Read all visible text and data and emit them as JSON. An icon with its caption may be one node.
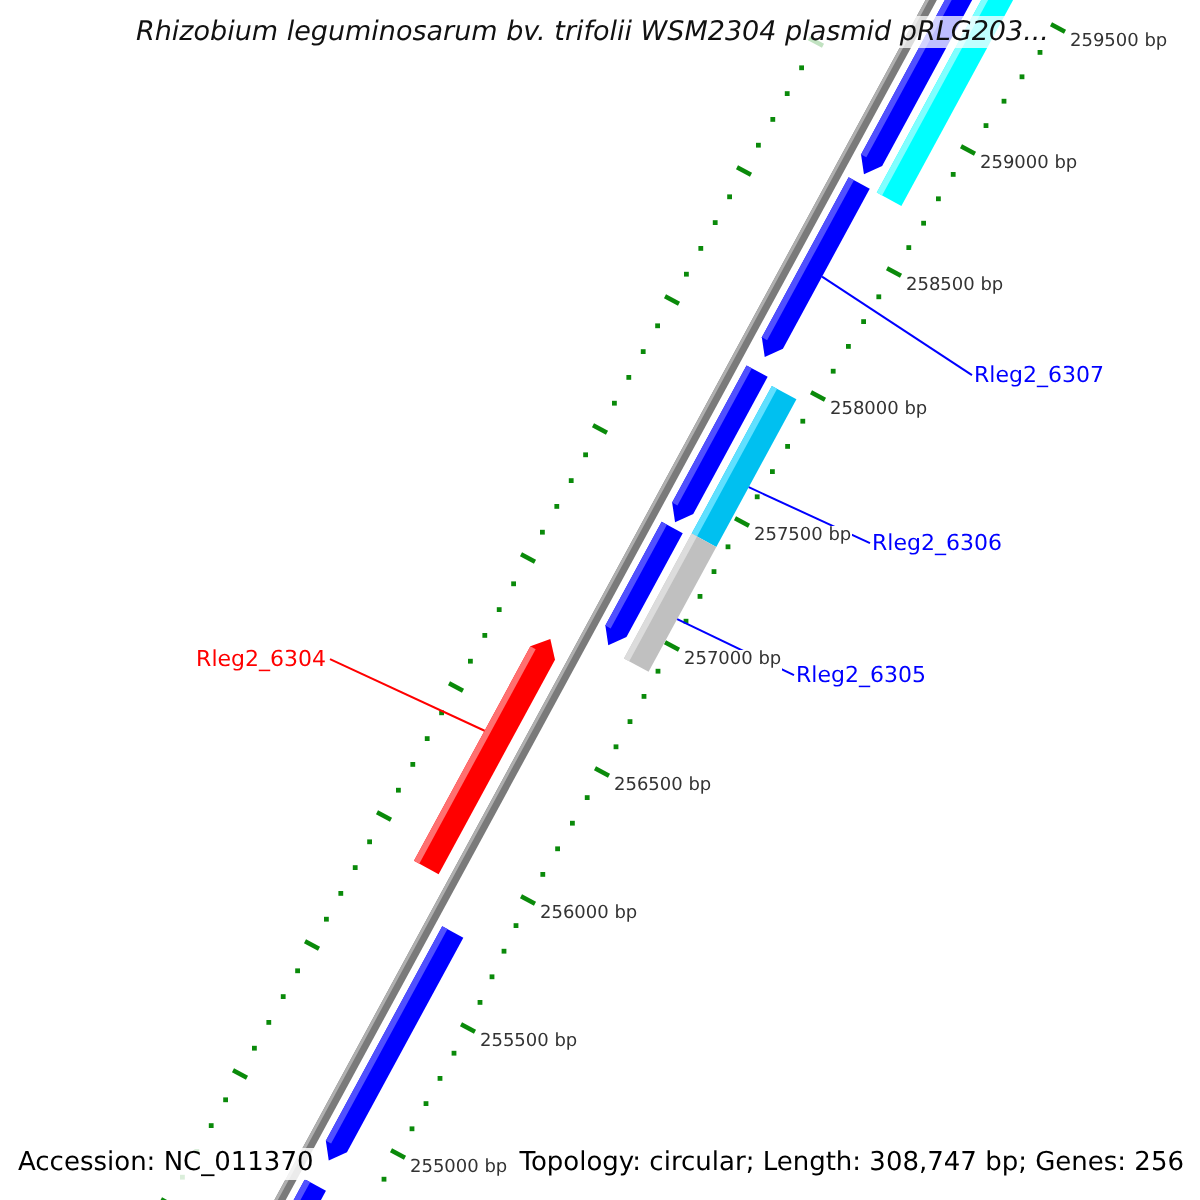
{
  "diagram": {
    "title": "Rhizobium leguminosarum bv. trifolii WSM2304 plasmid pRLG203...",
    "nodes": [
      {
        "text": [
          "Rleg2_6307"
        ]
      },
      {
        "text": [],
        "shape": "bar"
      },
      {
        "text": [
          "Rleg2_6306"
        ]
      },
      {
        "text": [],
        "shape": "bar"
      },
      {
        "text": [
          "Rleg2_6305"
        ]
      },
      {
        "text": [],
        "shape": "bar"
      },
      {
        "text": [
          "Rleg2_6304"
        ]
      },
      {
        "text": [],
        "shape": "bar"
      }
    ],
    "edges": [
      {
        "from": 0,
        "to": 1,
        "arrow": "none"
      },
      {
        "from": 2,
        "to": 3,
        "arrow": "none"
      },
      {
        "from": 4,
        "to": 5,
        "arrow": "none"
      },
      {
        "from": 6,
        "to": 7,
        "arrow": "none",
        "color": "#ff0000"
      }
    ],
    "labels": [
      "259500 bp",
      "259000 bp",
      "258500 bp",
      "258000 bp",
      "257500 bp",
      "257000 bp",
      "256500 bp",
      "256000 bp",
      "255500 bp",
      "255000 bp",
      "Accession: NC_011370",
      "Topology: circular; Length: 308,747 bp; Genes: 256"
    ]
  }
}
